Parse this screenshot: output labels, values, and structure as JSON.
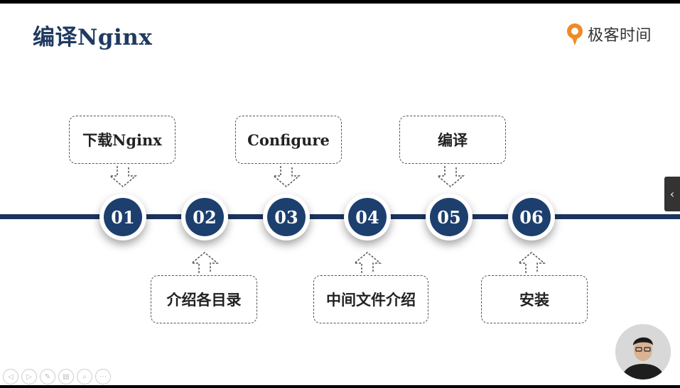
{
  "slide": {
    "title": "编译Nginx",
    "brand": "极客时间"
  },
  "steps": [
    {
      "number": "01",
      "label": "下载Nginx",
      "position": "top"
    },
    {
      "number": "02",
      "label": "介绍各目录",
      "position": "bottom"
    },
    {
      "number": "03",
      "label": "Configure",
      "position": "top"
    },
    {
      "number": "04",
      "label": "中间文件介绍",
      "position": "bottom"
    },
    {
      "number": "05",
      "label": "编译",
      "position": "top"
    },
    {
      "number": "06",
      "label": "安装",
      "position": "bottom"
    }
  ],
  "colors": {
    "navy": "#1c355e",
    "node": "#1c3f6e",
    "brand_orange": "#f08a24"
  },
  "icons": {
    "controls": [
      "prev-icon",
      "next-icon",
      "pen-icon",
      "pages-icon",
      "zoom-icon",
      "more-icon"
    ],
    "side_tab": "chevron-left-icon"
  }
}
